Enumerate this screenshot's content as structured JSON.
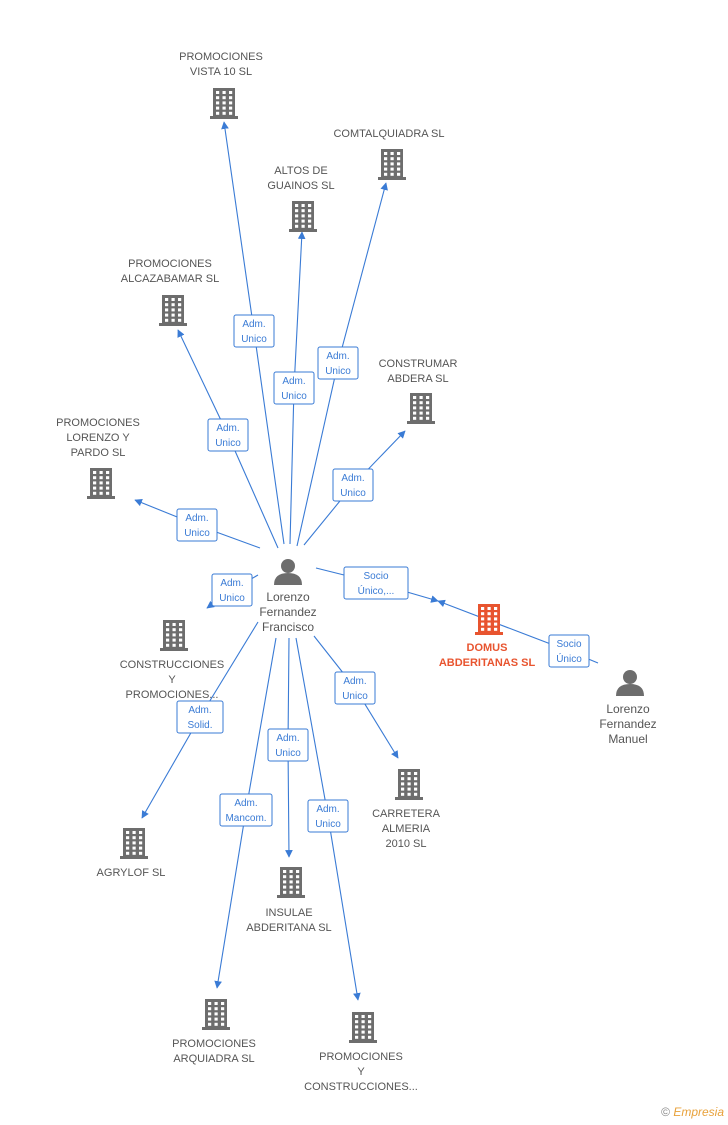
{
  "colors": {
    "edge": "#3a7bd5",
    "company": "#6d6d6d",
    "central_company": "#e8542f",
    "person": "#6d6d6d",
    "label": "#555555"
  },
  "people": [
    {
      "id": "lff",
      "lines": [
        "Lorenzo",
        "Fernandez",
        "Francisco"
      ],
      "icon": "person-icon"
    },
    {
      "id": "lfm",
      "lines": [
        "Lorenzo",
        "Fernandez",
        "Manuel"
      ],
      "icon": "person-icon"
    }
  ],
  "companies": [
    {
      "id": "vista10",
      "lines": [
        "PROMOCIONES",
        "VISTA 10 SL"
      ],
      "icon": "building-icon"
    },
    {
      "id": "comtal",
      "lines": [
        "COMTALQUIADRA SL"
      ],
      "icon": "building-icon"
    },
    {
      "id": "altos",
      "lines": [
        "ALTOS DE",
        "GUAINOS SL"
      ],
      "icon": "building-icon"
    },
    {
      "id": "alcaza",
      "lines": [
        "PROMOCIONES",
        "ALCAZABAMAR SL"
      ],
      "icon": "building-icon"
    },
    {
      "id": "construmar",
      "lines": [
        "CONSTRUMAR",
        "ABDERA SL"
      ],
      "icon": "building-icon"
    },
    {
      "id": "lorenzopardo",
      "lines": [
        "PROMOCIONES",
        "LORENZO Y",
        "PARDO SL"
      ],
      "icon": "building-icon"
    },
    {
      "id": "domus",
      "lines": [
        "DOMUS",
        "ABDERITANAS SL"
      ],
      "icon": "building-icon",
      "central": true
    },
    {
      "id": "construcprom",
      "lines": [
        "CONSTRUCCIONES",
        "Y",
        "PROMOCIONES..."
      ],
      "icon": "building-icon"
    },
    {
      "id": "carretera",
      "lines": [
        "CARRETERA",
        "ALMERIA",
        "2010 SL"
      ],
      "icon": "building-icon"
    },
    {
      "id": "agrylof",
      "lines": [
        "AGRYLOF  SL"
      ],
      "icon": "building-icon"
    },
    {
      "id": "insulae",
      "lines": [
        "INSULAE",
        "ABDERITANA SL"
      ],
      "icon": "building-icon"
    },
    {
      "id": "arquiadra",
      "lines": [
        "PROMOCIONES",
        "ARQUIADRA SL"
      ],
      "icon": "building-icon"
    },
    {
      "id": "promconst",
      "lines": [
        "PROMOCIONES",
        "Y",
        "CONSTRUCCIONES..."
      ],
      "icon": "building-icon"
    }
  ],
  "edges": [
    {
      "from": "lff",
      "to": "vista10",
      "label": [
        "Adm.",
        "Unico"
      ]
    },
    {
      "from": "lff",
      "to": "altos",
      "label": [
        "Adm.",
        "Unico"
      ]
    },
    {
      "from": "lff",
      "to": "comtal",
      "label": [
        "Adm.",
        "Unico"
      ]
    },
    {
      "from": "lff",
      "to": "alcaza",
      "label": [
        "Adm.",
        "Unico"
      ]
    },
    {
      "from": "lff",
      "to": "construmar",
      "label": [
        "Adm.",
        "Unico"
      ]
    },
    {
      "from": "lff",
      "to": "lorenzopardo",
      "label": [
        "Adm.",
        "Unico"
      ]
    },
    {
      "from": "lff",
      "to": "construcprom",
      "label": [
        "Adm.",
        "Unico"
      ]
    },
    {
      "from": "lff",
      "to": "domus",
      "label": [
        "Socio",
        "Único,..."
      ]
    },
    {
      "from": "lfm",
      "to": "domus",
      "label": [
        "Socio",
        "Único"
      ]
    },
    {
      "from": "lff",
      "to": "agrylof",
      "label": [
        "Adm.",
        "Solid."
      ]
    },
    {
      "from": "lff",
      "to": "carretera",
      "label": [
        "Adm.",
        "Unico"
      ]
    },
    {
      "from": "lff",
      "to": "insulae",
      "label": [
        "Adm.",
        "Unico"
      ]
    },
    {
      "from": "lff",
      "to": "arquiadra",
      "label": [
        "Adm.",
        "Mancom."
      ]
    },
    {
      "from": "lff",
      "to": "promconst",
      "label": [
        "Adm.",
        "Unico"
      ]
    }
  ],
  "footer": {
    "copyright": "©",
    "brand": "Empresia"
  }
}
